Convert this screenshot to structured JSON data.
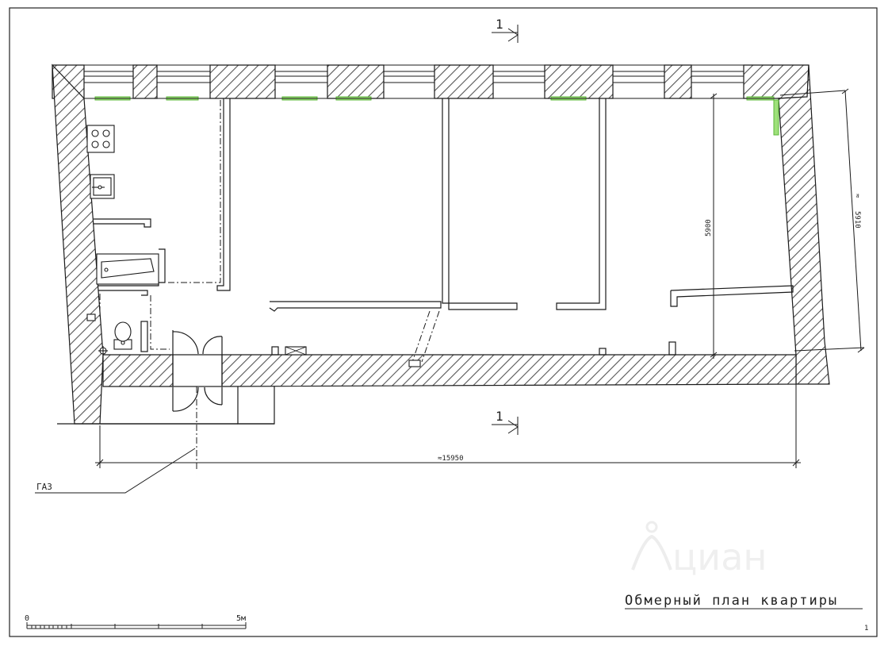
{
  "drawing": {
    "title": "Обмерный план квартиры",
    "sheet_number": "1",
    "section_mark": "1",
    "gas_label": "ГАЗ",
    "dimension_length": "≈15950",
    "dimension_depth_inner": "5900",
    "dimension_depth_outer": "5910",
    "dimension_depth_outer_prefix": "≈",
    "scale_start": "0",
    "scale_end": "5м",
    "watermark": "циан"
  },
  "colors": {
    "line": "#1a1a1a",
    "hatch": "#555555",
    "window_highlight": "#7bd04f",
    "watermark": "#e6e6e6"
  }
}
